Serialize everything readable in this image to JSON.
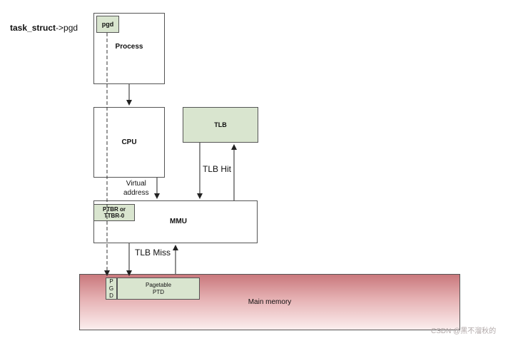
{
  "header_label": {
    "bold_part": "task_struct",
    "rest": "->pgd"
  },
  "process": {
    "label": "Process",
    "pgd_label": "pgd"
  },
  "cpu": {
    "label": "CPU"
  },
  "tlb": {
    "label": "TLB"
  },
  "mmu": {
    "label": "MMU",
    "ptbr_line1": "PTBR or",
    "ptbr_line2": "TTBR-0"
  },
  "edges": {
    "virtual_address_line1": "Virtual",
    "virtual_address_line2": "address",
    "tlb_hit": "TLB Hit",
    "tlb_miss": "TLB Miss"
  },
  "main_memory": {
    "label": "Main memory",
    "pgd_letters": [
      "P",
      "G",
      "D"
    ],
    "pagetable_line1": "Pagetable",
    "pagetable_line2": "PTD"
  },
  "watermark": "CSDN @黑不溜秋的",
  "colors": {
    "green_fill": "#d9e5cf",
    "memory_gradient_top": "#c9787c",
    "memory_gradient_bottom": "#fbeeee"
  }
}
